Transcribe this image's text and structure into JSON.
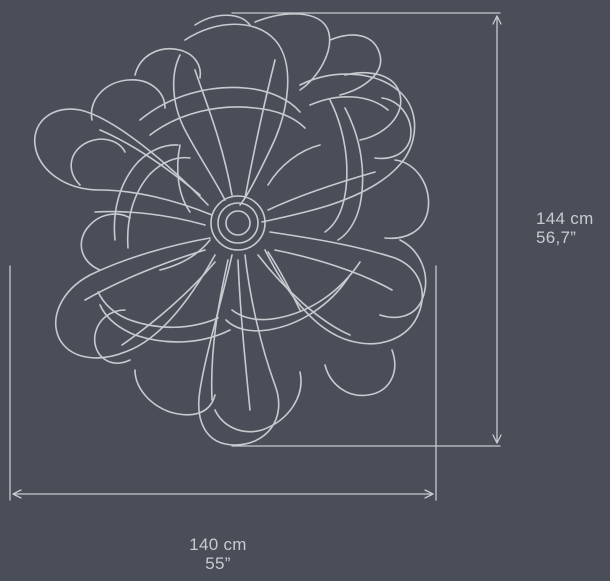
{
  "dimensions": {
    "height_metric": "144 cm",
    "height_imperial": "56,7”",
    "width_metric": "140 cm",
    "width_imperial": "55”"
  },
  "colors": {
    "background": "#4a4e59",
    "line": "#c8cacf"
  }
}
